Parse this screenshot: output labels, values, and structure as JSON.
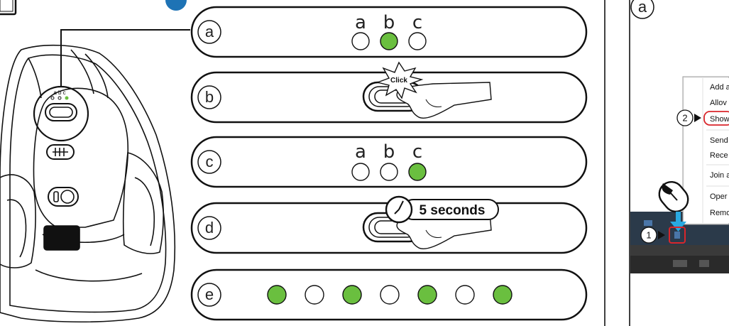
{
  "steps": [
    {
      "id": "a",
      "label": "a"
    },
    {
      "id": "b",
      "label": "b"
    },
    {
      "id": "c",
      "label": "c"
    },
    {
      "id": "d",
      "label": "d"
    },
    {
      "id": "e",
      "label": "e"
    }
  ],
  "indicator_letters": [
    "a",
    "b",
    "c"
  ],
  "mouse_labels": {
    "abc": "a b c"
  },
  "click_label": "Click",
  "hold_label": "5 seconds",
  "right_step_label": "a",
  "callout_1": "1",
  "callout_2": "2",
  "context_menu": {
    "items": [
      "Add a",
      "Allov",
      "Show",
      "Send",
      "Rece",
      "Join a",
      "Oper",
      "Remo"
    ],
    "highlighted_index": 2
  },
  "colors": {
    "green": "#6abf3f",
    "arrow_blue": "#29a9e1",
    "highlight_red": "#d9262b",
    "line": "#111111"
  }
}
